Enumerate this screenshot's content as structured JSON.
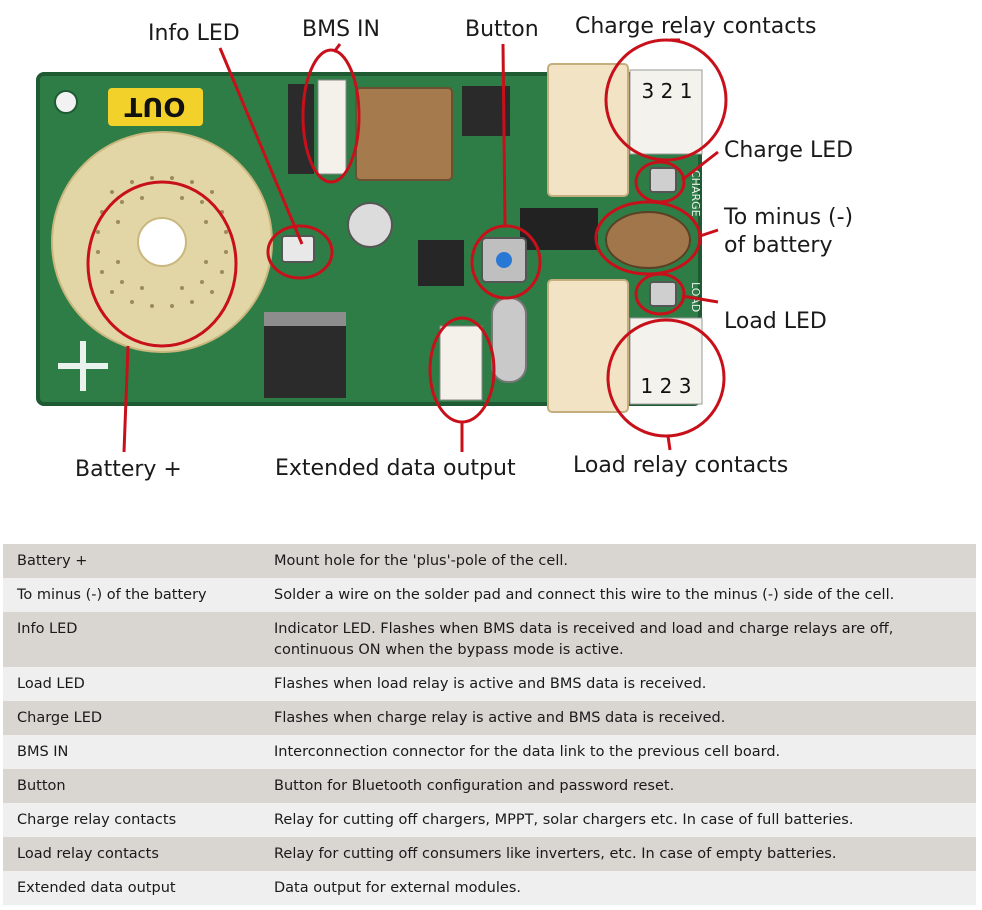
{
  "board": {
    "silk_out": "OUT",
    "silk_charge": "CHARGE",
    "silk_load": "LOAD",
    "charge_pin_numbers": "3 2 1",
    "load_pin_numbers": "1 2 3"
  },
  "callouts": {
    "info_led": "Info LED",
    "bms_in": "BMS IN",
    "button": "Button",
    "charge_relay_contacts": "Charge relay contacts",
    "charge_led": "Charge LED",
    "to_minus_line1": "To minus (-)",
    "to_minus_line2": "of battery",
    "load_led": "Load LED",
    "battery_plus": "Battery +",
    "extended_data_output": "Extended data output",
    "load_relay_contacts": "Load relay contacts"
  },
  "legend": [
    {
      "label": "Battery +",
      "description": "Mount hole for the 'plus'-pole of the cell."
    },
    {
      "label": "To minus (-) of the battery",
      "description": "Solder a wire on the solder pad and connect this wire to the minus (-) side of the cell."
    },
    {
      "label": "Info LED",
      "description": "Indicator LED. Flashes when BMS data is received and load and charge relays are off, continuous ON when the bypass mode is active."
    },
    {
      "label": "Load LED",
      "description": "Flashes when load relay is active and BMS data is received."
    },
    {
      "label": "Charge LED",
      "description": "Flashes when charge relay is active and BMS data is received."
    },
    {
      "label": "BMS IN",
      "description": "Interconnection connector for the data link to the previous cell board."
    },
    {
      "label": "Button",
      "description": "Button for Bluetooth configuration and password reset."
    },
    {
      "label": "Charge relay contacts",
      "description": "Relay for cutting off chargers, MPPT, solar chargers etc. In case of full batteries."
    },
    {
      "label": "Load relay contacts",
      "description": "Relay for cutting off consumers like inverters, etc.  In case of empty batteries."
    },
    {
      "label": "Extended data output",
      "description": "Data output for external modules."
    }
  ],
  "colors": {
    "pcb": "#2f7d46",
    "pcb_dark": "#1e5a32",
    "callout_red": "#c8101a",
    "relay_beige": "#f1e3c4",
    "pad_gold": "#e3d6a6",
    "button_blue": "#2a78d6",
    "out_label_yellow": "#f2d22a"
  }
}
